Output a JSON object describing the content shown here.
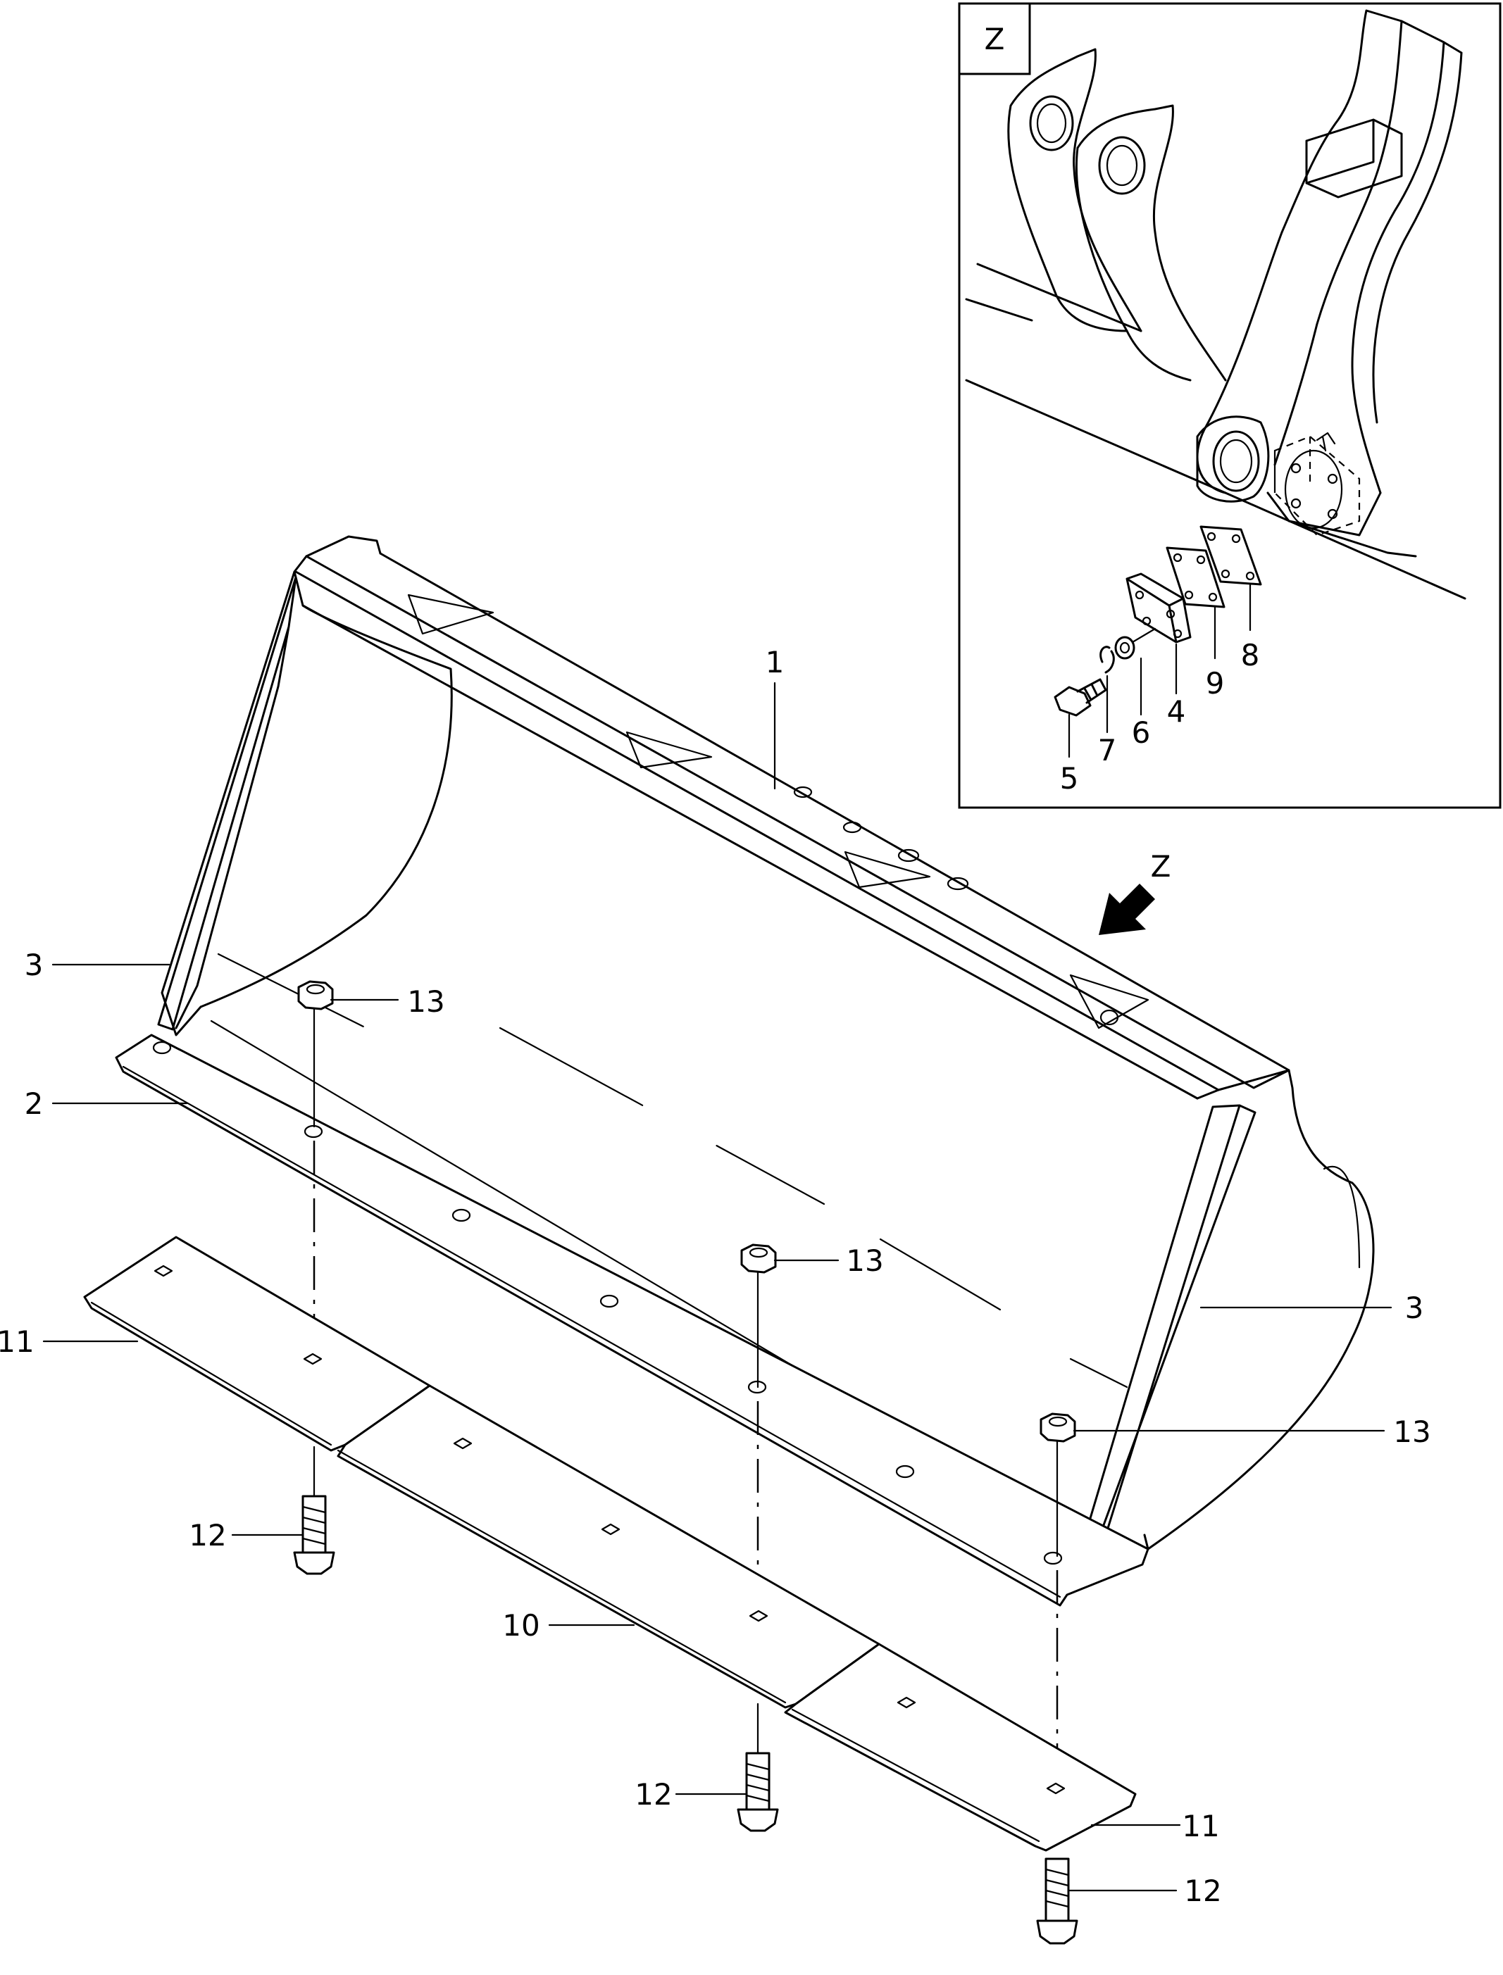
{
  "inset": {
    "view_letter": "Z"
  },
  "view_arrow_letter": "Z",
  "callouts": {
    "c1": "1",
    "c2": "2",
    "c3a": "3",
    "c3b": "3",
    "c4": "4",
    "c5": "5",
    "c6": "6",
    "c7": "7",
    "c8": "8",
    "c9": "9",
    "c10": "10",
    "c11a": "11",
    "c11b": "11",
    "c12a": "12",
    "c12b": "12",
    "c12c": "12",
    "c13a": "13",
    "c13b": "13",
    "c13c": "13"
  }
}
